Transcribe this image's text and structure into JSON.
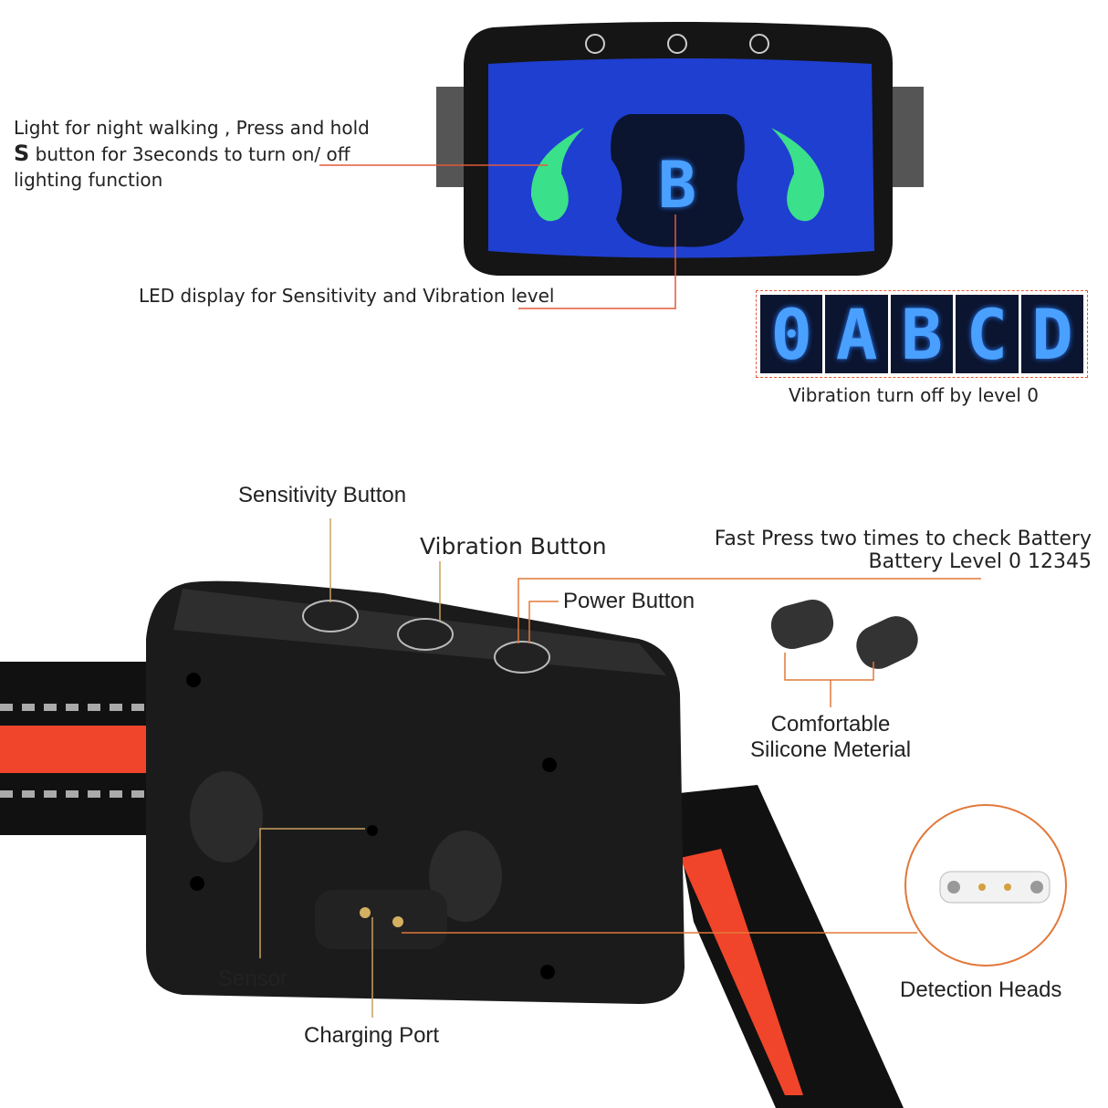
{
  "top_device": {
    "display_letter": "B",
    "light_label": {
      "line1": "Light for night walking , Press and hold",
      "bold_key": "S",
      "line2_rest": " button for 3seconds to turn on/ off",
      "line3": "lighting function"
    },
    "led_label": "LED display for Sensitivity and Vibration level",
    "led_levels": [
      "0",
      "A",
      "B",
      "C",
      "D"
    ],
    "led_caption": "Vibration turn off by level 0",
    "colors": {
      "panel": "#1f3fd1",
      "light": "#3be08a",
      "led": "#4aa0ff",
      "leader": "#e25a3a"
    }
  },
  "bottom_device": {
    "sensitivity_button": "Sensitivity Button",
    "vibration_button": "Vibration Button",
    "battery_line1": "Fast Press two times to check Battery",
    "battery_line2": "Battery Level 0 12345",
    "power_button": "Power Button",
    "silicone_line1": "Comfortable",
    "silicone_line2": "Silicone Meterial",
    "sensor": "Sensor",
    "charging_port": "Charging Port",
    "detection_heads": "Detection Heads",
    "colors": {
      "strap_accent": "#f0452a",
      "body": "#1b1b1b",
      "leader_gold": "#c9a060",
      "leader_orange": "#e2783a"
    }
  }
}
